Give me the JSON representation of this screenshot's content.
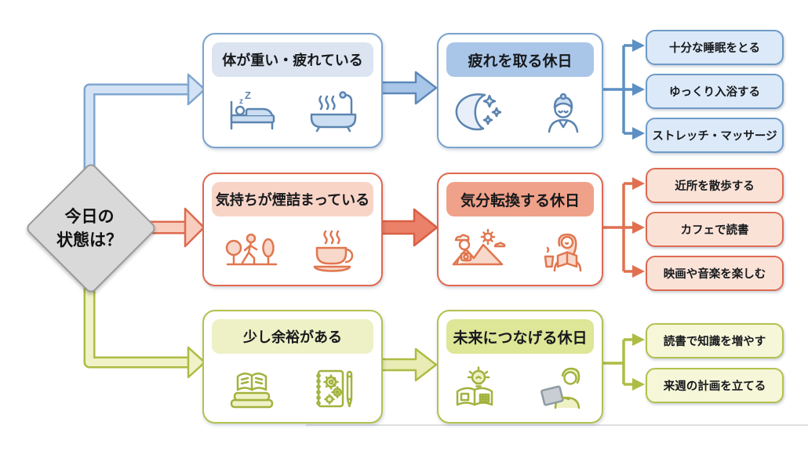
{
  "decision": {
    "line1": "今日の",
    "line2": "状態は？",
    "fill": "#d9d9d9",
    "border": "#9a9a9a"
  },
  "rows": [
    {
      "name": "tired",
      "accent": "#7aa3cf",
      "condition_label": "体が重い・疲れている",
      "condition_icons": [
        "sleeping-bed-icon",
        "bathtub-icon"
      ],
      "holiday_label": "疲れを取る休日",
      "holiday_icons": [
        "crescent-moon-icon",
        "spa-woman-icon"
      ],
      "actions": [
        "十分な睡眠をとる",
        "ゆっくり入浴する",
        "ストレッチ・マッサージ"
      ]
    },
    {
      "name": "stuck",
      "accent": "#e06850",
      "condition_label": "気持ちが煙詰まっている",
      "condition_icons": [
        "park-walk-icon",
        "coffee-cup-icon"
      ],
      "holiday_label": "気分転換する休日",
      "holiday_icons": [
        "outdoor-photo-icon",
        "reading-woman-icon"
      ],
      "actions": [
        "近所を散歩する",
        "カフェで読書",
        "映画や音楽を楽しむ"
      ]
    },
    {
      "name": "spare",
      "accent": "#b3c14d",
      "condition_label": "少し余裕がある",
      "condition_icons": [
        "book-stack-icon",
        "notebook-gears-icon"
      ],
      "holiday_label": "未来につなげる休日",
      "holiday_icons": [
        "idea-book-icon",
        "tablet-person-icon"
      ],
      "actions": [
        "読書で知識を増やす",
        "来週の計画を立てる"
      ]
    }
  ]
}
